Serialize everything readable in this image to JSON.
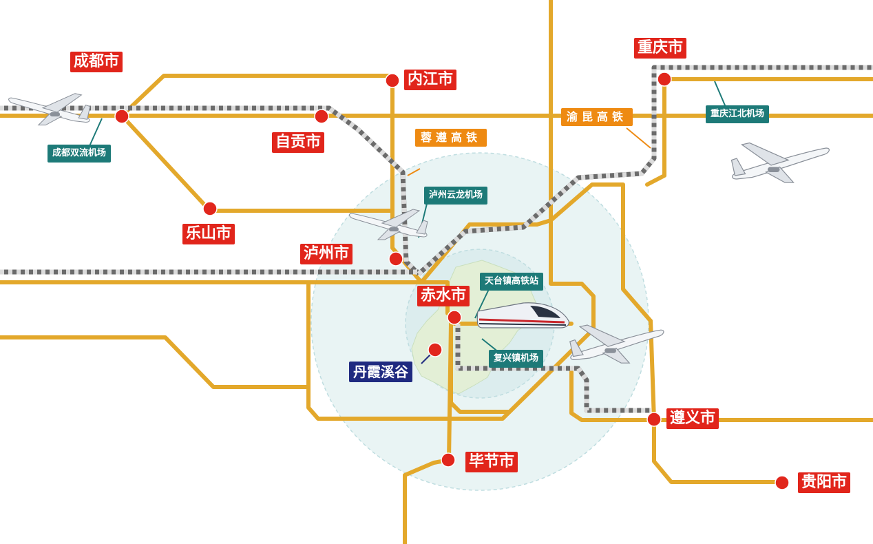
{
  "colors": {
    "road": "#e3a82b",
    "rail": "#6b6b6b",
    "city_label": "#e1251b",
    "airport_label": "#1d7a78",
    "hsr_label": "#ee8a12",
    "scenic_label": "#1f2a80",
    "region_fill": "#e6f3de",
    "circle_fill": "#e8f3f3"
  },
  "cities": {
    "chengdu": "成都市",
    "neijiang": "内江市",
    "zigong": "自贡市",
    "leshan": "乐山市",
    "luzhou": "泸州市",
    "chishui": "赤水市",
    "chongqing": "重庆市",
    "zunyi": "遵义市",
    "bijie": "毕节市",
    "guiyang": "贵阳市"
  },
  "scenic": {
    "danxia": "丹霞溪谷"
  },
  "airports": {
    "chengdu_shuangliu": "成都双流机场",
    "luzhou_yunlong": "泸州云龙机场",
    "chongqing_jiangbei": "重庆江北机场",
    "fuxing": "复兴镇机场"
  },
  "stations": {
    "tiantai": "天台镇高铁站"
  },
  "rail_lines": {
    "rong_zun": "蓉遵高铁",
    "yu_kun": "渝昆高铁"
  },
  "icons": [
    "airplane-icon",
    "high-speed-train-icon"
  ]
}
